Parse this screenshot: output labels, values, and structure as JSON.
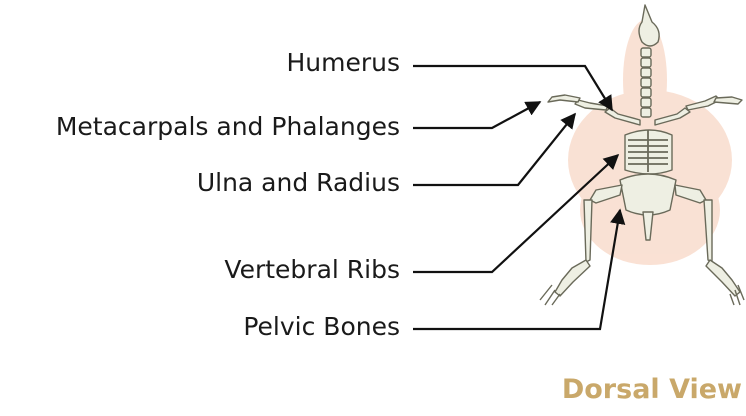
{
  "labels": {
    "humerus": "Humerus",
    "metacarpals": "Metacarpals and Phalanges",
    "ulna": "Ulna and Radius",
    "vertebral": "Vertebral Ribs",
    "pelvic": "Pelvic Bones"
  },
  "view_title": "Dorsal View",
  "colors": {
    "bone_fill": "#eeefe3",
    "bone_stroke": "#6a6a5a",
    "halo": "#f9dccd",
    "leader": "#111111",
    "title": "#c9a86a"
  }
}
